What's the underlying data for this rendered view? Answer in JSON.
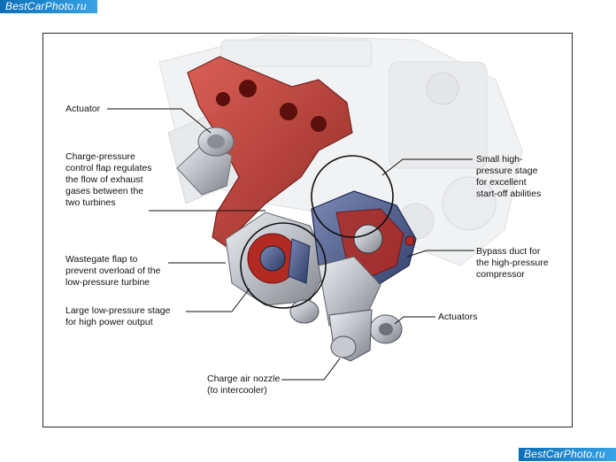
{
  "watermark": {
    "top": "BestCarPhoto.ru",
    "bottom": "BestCarPhoto.ru"
  },
  "labels": {
    "actuator": "Actuator",
    "charge_flap": [
      "Charge-pressure",
      "control flap regulates",
      "the flow of exhaust",
      "gases between the",
      "two turbines"
    ],
    "wastegate": [
      "Wastegate flap to",
      "prevent overload of the",
      "low-pressure turbine"
    ],
    "low_stage": [
      "Large low-pressure stage",
      "for high power output"
    ],
    "nozzle": [
      "Charge air nozzle",
      "(to intercooler)"
    ],
    "high_stage": [
      "Small high-",
      "pressure stage",
      "for excellent",
      "start-off abilities"
    ],
    "bypass": [
      "Bypass duct for",
      "the high-pressure",
      "compressor"
    ],
    "actuators": "Actuators"
  },
  "colors": {
    "manifold_red": "#b8231d",
    "manifold_dark": "#7c1512",
    "turbine_blue": "#3d4f84",
    "metal": "#a9acb3",
    "watermark": "#1a87d0"
  }
}
